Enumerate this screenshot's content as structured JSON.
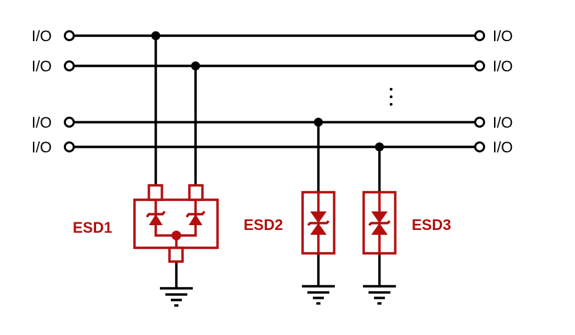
{
  "io_label": "I/O",
  "ellipsis": "⋮",
  "lines": [
    {
      "left_label": "I/O",
      "right_label": "I/O"
    },
    {
      "left_label": "I/O",
      "right_label": "I/O"
    },
    {
      "left_label": "I/O",
      "right_label": "I/O"
    },
    {
      "left_label": "I/O",
      "right_label": "I/O"
    }
  ],
  "devices": [
    {
      "label": "ESD1",
      "type": "dual-tvs-array",
      "channels": 2,
      "icon": "zener-diode-pair"
    },
    {
      "label": "ESD2",
      "type": "bidirectional-tvs",
      "icon": "bidirectional-zener-diode"
    },
    {
      "label": "ESD3",
      "type": "bidirectional-tvs",
      "icon": "bidirectional-zener-diode"
    }
  ],
  "colors": {
    "wire": "#000000",
    "device": "#b40f0f",
    "background": "#ffffff"
  },
  "icons": {
    "terminal": "open-circle-terminal",
    "junction": "filled-dot-junction",
    "ground": "ground-symbol"
  }
}
